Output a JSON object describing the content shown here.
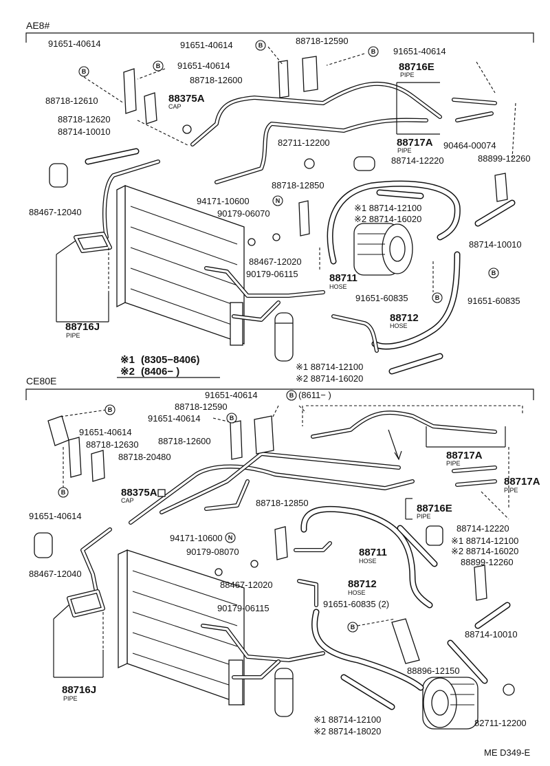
{
  "sections": {
    "top": "AE8#",
    "bottom": "CE80E"
  },
  "footer_code": "ME D349-E",
  "legend": {
    "mark1": "※1",
    "range1": "(8305−8406)",
    "mark2": "※2",
    "range2": "(8406−        )"
  },
  "circle_marks": {
    "B": "B",
    "N": "N"
  },
  "top_labels": {
    "p91651_40614_a": "91651-40614",
    "p91651_40614_b": "91651-40614",
    "p91651_40614_c": "91651-40614",
    "p91651_40614_d": "91651-40614",
    "p88718_12590": "88718-12590",
    "p88718_12600": "88718-12600",
    "p88718_12610": "88718-12610",
    "p88718_12620": "88718-12620",
    "p88375A": "88375A",
    "cap": "CAP",
    "p88716E": "88716E",
    "pipe_e": "PIPE",
    "p88714_10010_a": "88714-10010",
    "p82711_12200": "82711-12200",
    "p88717A": "88717A",
    "pipe_a": "PIPE",
    "p90464_00074": "90464-00074",
    "p88899_12260": "88899-12260",
    "p88714_12220": "88714-12220",
    "p88467_12040": "88467-12040",
    "p88718_12850": "88718-12850",
    "p94171_10600": "94171-10600",
    "p90179_06070": "90179-06070",
    "m1_12100": "※1 88714-12100",
    "m2_16020": "※2 88714-16020",
    "p88467_12020": "88467-12020",
    "p90179_06115": "90179-06115",
    "p88711": "88711",
    "hose_a": "HOSE",
    "p88714_10010_b": "88714-10010",
    "p91651_60835_a": "91651-60835",
    "p91651_60835_b": "91651-60835",
    "p88712": "88712",
    "hose_b": "HOSE",
    "p88716J": "88716J",
    "pipe_j": "PIPE",
    "m1_12100_b": "※1 88714-12100",
    "m2_16020_b": "※2 88714-16020"
  },
  "bottom_labels": {
    "p91651_40614_a": "91651-40614",
    "p8611": "(8611−        )",
    "p88718_12590": "88718-12590",
    "p91651_40614_b": "91651-40614",
    "p91651_40614_c": "91651-40614",
    "p88718_12630": "88718-12630",
    "p88718_12600": "88718-12600",
    "p88718_20480": "88718-20480",
    "p88375A": "88375A",
    "cap": "CAP",
    "p91651_40614_d": "91651-40614",
    "p88717A_a": "88717A",
    "pipe_a1": "PIPE",
    "p88717A_b": "88717A",
    "pipe_a2": "PIPE",
    "p88718_12850": "88718-12850",
    "p88716E": "88716E",
    "pipe_e": "PIPE",
    "p88714_12220": "88714-12220",
    "m1_12100": "※1 88714-12100",
    "m2_16020": "※2 88714-16020",
    "p88899_12260": "88899-12260",
    "p94171_10600": "94171-10600",
    "p90179_08070": "90179-08070",
    "p88711": "88711",
    "hose_a": "HOSE",
    "p88467_12040": "88467-12040",
    "p88467_12020": "88467-12020",
    "p88712": "88712",
    "hose_b": "HOSE",
    "p90179_06115": "90179-06115",
    "p91651_60835": "91651-60835 (2)",
    "p88714_10010": "88714-10010",
    "p88896_12150": "88896-12150",
    "p88716J": "88716J",
    "pipe_j": "PIPE",
    "m1_12100_b": "※1 88714-12100",
    "m2_18020_b": "※2 88714-18020",
    "p82711_12200": "82711-12200"
  }
}
